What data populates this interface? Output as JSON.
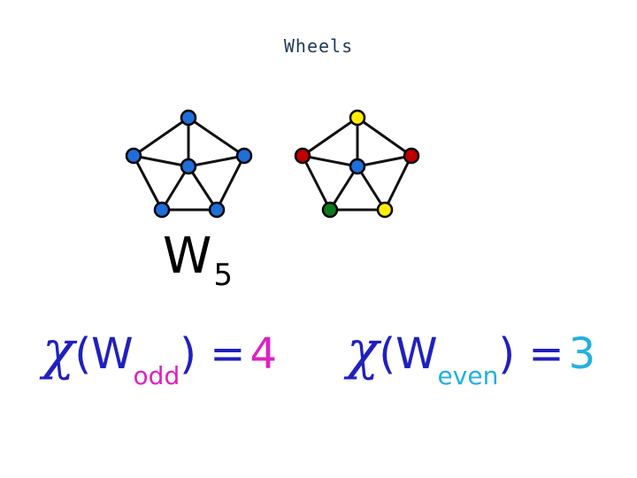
{
  "title": "Wheels",
  "colors": {
    "edge": "#111111",
    "blue": "#1f6fd9",
    "red": "#c00000",
    "yellow": "#ffee00",
    "green": "#0e7a1e",
    "formula_main": "#2020c0",
    "odd_sub": "#e020c0",
    "even_sub": "#22b0e0"
  },
  "graphs": [
    {
      "name": "W5-blue",
      "node_colors": [
        "blue",
        "blue",
        "blue",
        "blue",
        "blue"
      ],
      "center_color": "blue"
    },
    {
      "name": "W5-colored",
      "node_colors": [
        "yellow",
        "red",
        "yellow",
        "green",
        "red"
      ],
      "center_color": "blue"
    }
  ],
  "w5_label": {
    "letter": "W",
    "sub": "5"
  },
  "formula_odd": {
    "chi": "χ",
    "open": "(W",
    "sub": "odd",
    "close": ") =",
    "value": "4"
  },
  "formula_even": {
    "chi": "χ",
    "open": "(W",
    "sub": "even",
    "close": ") =",
    "value": "3"
  }
}
